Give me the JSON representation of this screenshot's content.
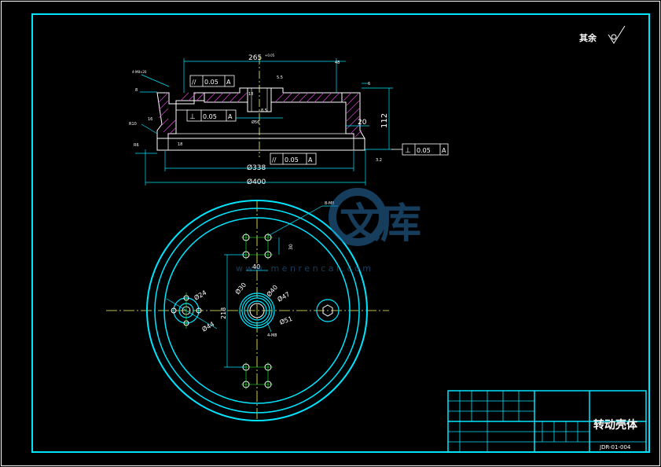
{
  "colors": {
    "background": "#000000",
    "cyan": "#00e5ff",
    "white": "#ffffff",
    "yellow": "#ffff66",
    "green": "#33ff33",
    "red": "#ff3333",
    "magenta": "#ff33ff",
    "hatch": "#cc44cc",
    "watermark": "#2a6fa8"
  },
  "surface_note": {
    "label": "其余"
  },
  "section_view": {
    "dim_width_top": "265",
    "dim_width_top_tol": "+0.05",
    "dim_width_right": "48",
    "dim_height": "112",
    "dim_wall": "20",
    "dim_step": "6",
    "dim_top_small": "5.5",
    "dim_18": "18",
    "dim_r10": "R10",
    "dim_r6": "R6",
    "dim_8": "8",
    "dim_16": "16",
    "dim_18b": "18",
    "dim_bore": "Ø56",
    "dim_e5": "8.5",
    "dim_inner_bore": "Ø338",
    "dim_outer": "Ø400",
    "dim_32": "3.2",
    "dim_hole_note": "4-M8×20",
    "tol_parallel_top_sym": "//",
    "tol_parallel_top_val": "0.05",
    "tol_parallel_top_ref": "A",
    "tol_perp_mid_sym": "⊥",
    "tol_perp_mid_val": "0.05",
    "tol_perp_mid_ref": "A",
    "tol_parallel_bot_sym": "//",
    "tol_parallel_bot_val": "0.05",
    "tol_parallel_bot_ref": "A",
    "tol_perp_right_sym": "⊥",
    "tol_perp_right_val": "0.05",
    "tol_perp_right_ref": "A"
  },
  "plan_view": {
    "dim_40": "40",
    "dim_218": "218",
    "dim_30": "30",
    "dim_center_30": "Ø30",
    "dim_center_40": "Ø40",
    "dim_center_47": "Ø47",
    "dim_center_51": "Ø51",
    "dim_left_24": "Ø24",
    "dim_left_44": "Ø44",
    "note_holes": "8-M8",
    "note_bottom": "4-M8"
  },
  "watermark": {
    "cn": "文库",
    "url": "w w w . m e n r e n c a i . c o m"
  },
  "title_block": {
    "part_name": "转动壳体",
    "drawing_no": "JDR-01-004"
  }
}
